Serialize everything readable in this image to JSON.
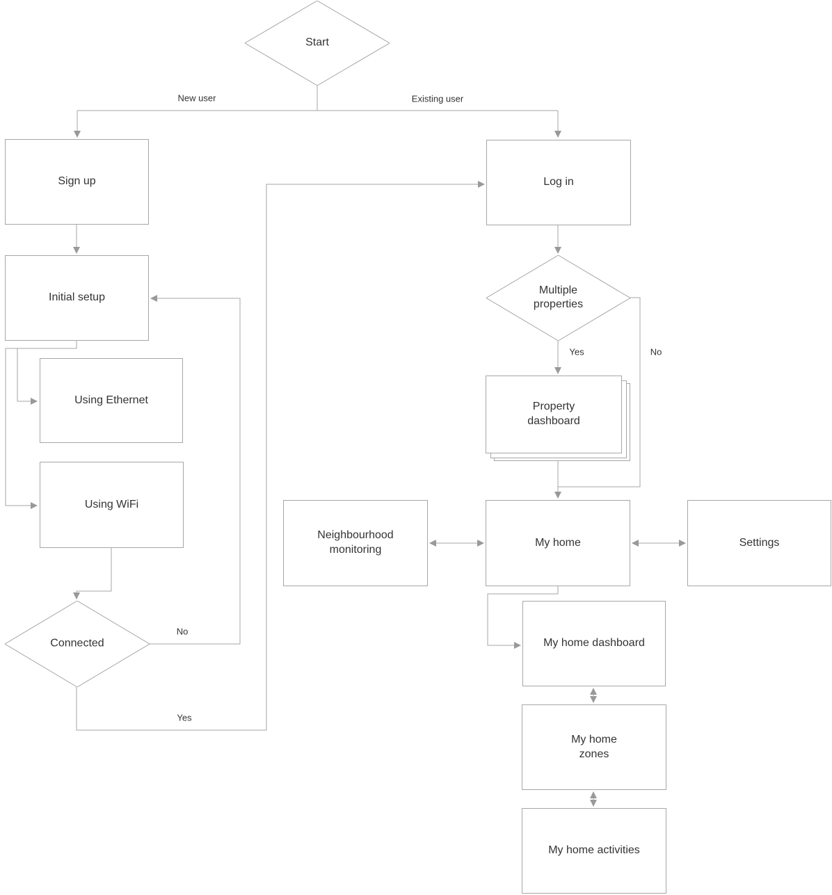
{
  "diagram": {
    "nodes": {
      "start": "Start",
      "sign_up": "Sign up",
      "initial_setup": "Initial setup",
      "using_ethernet": "Using Ethernet",
      "using_wifi": "Using WiFi",
      "connected": "Connected",
      "log_in": "Log in",
      "multiple_properties": "Multiple\nproperties",
      "property_dashboard": "Property\ndashboard",
      "neighbourhood_monitoring": "Neighbourhood\nmonitoring",
      "my_home": "My home",
      "settings": "Settings",
      "my_home_dashboard": "My home dashboard",
      "my_home_zones": "My home\nzones",
      "my_home_activities": "My home activities"
    },
    "edge_labels": {
      "new_user": "New user",
      "existing_user": "Existing user",
      "connected_no": "No",
      "connected_yes": "Yes",
      "multiple_yes": "Yes",
      "multiple_no": "No"
    },
    "colors": {
      "line": "#a6a6a6",
      "arrowhead": "#999999",
      "text": "#333333",
      "node_fill": "#ffffff",
      "background": "#ffffff"
    }
  }
}
